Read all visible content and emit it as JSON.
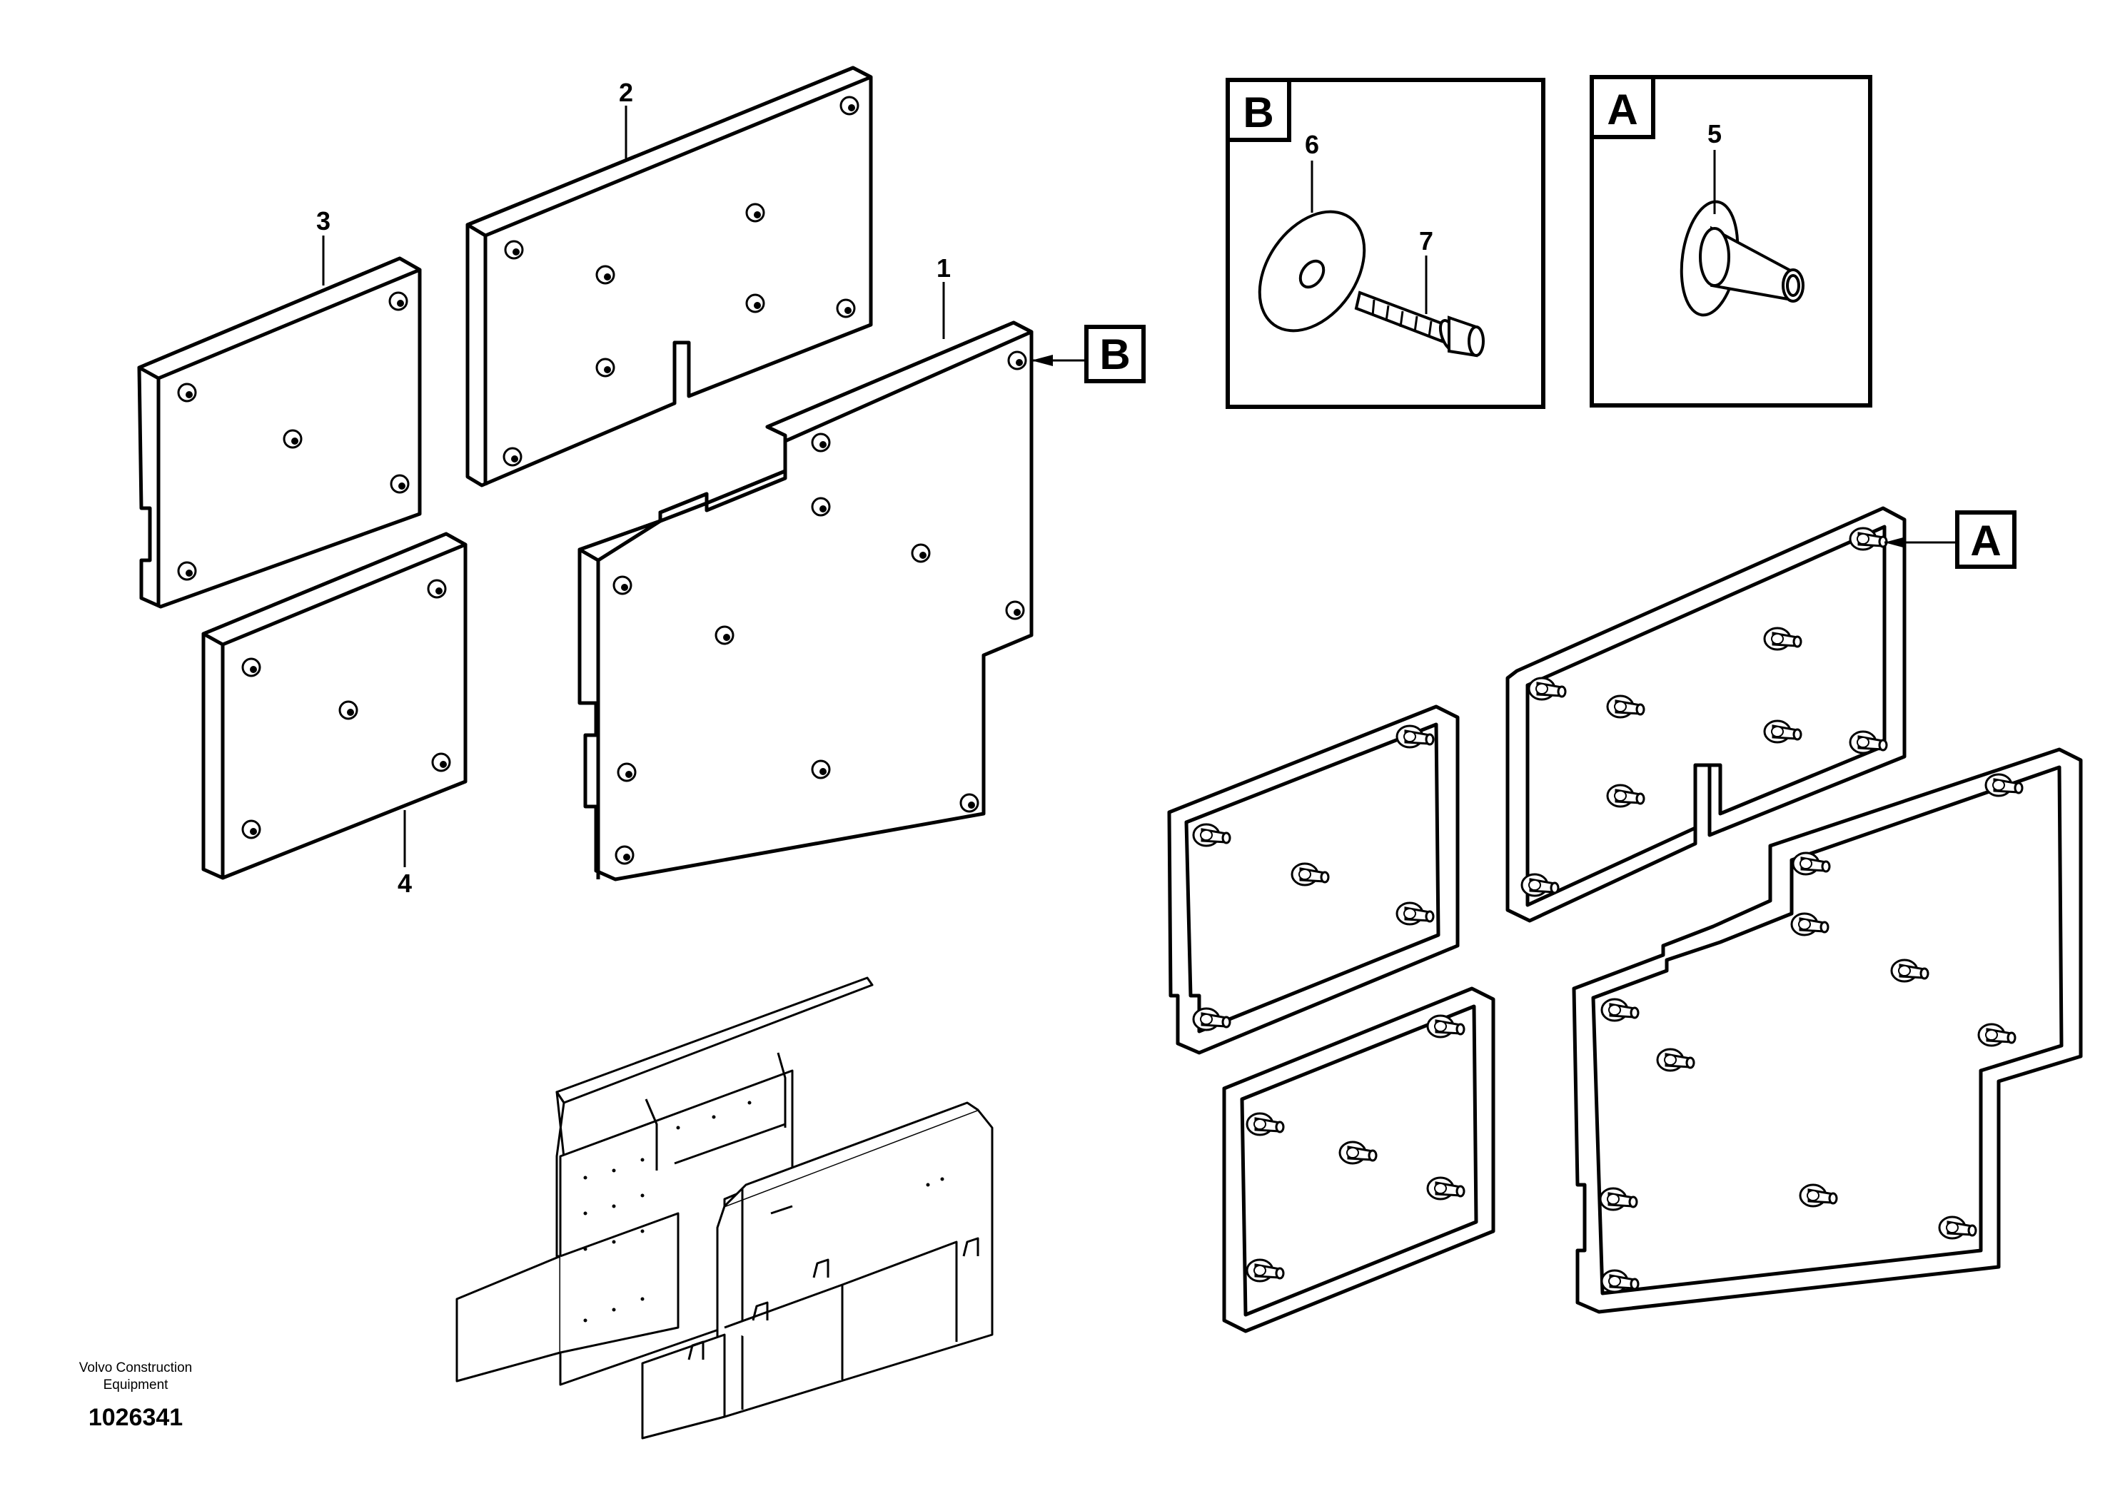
{
  "callouts": {
    "part_1": "1",
    "part_2": "2",
    "part_3": "3",
    "part_4": "4",
    "part_5": "5",
    "part_6": "6",
    "part_7": "7"
  },
  "detail_refs": {
    "detail_b": "B",
    "detail_a": "A"
  },
  "footer": {
    "company_line1": "Volvo Construction",
    "company_line2": "Equipment",
    "drawing_number": "1026341"
  }
}
